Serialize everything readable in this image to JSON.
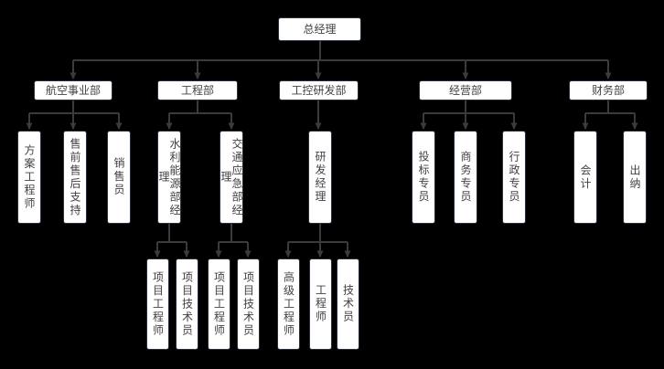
{
  "colors": {
    "background": "#000000",
    "connector": "#3b3b3b",
    "node_fill": "#ffffff",
    "node_border": "#293039",
    "node_text": "#424242"
  },
  "org": {
    "root": {
      "label": "总经理"
    },
    "departments": [
      {
        "label": "航空事业部",
        "children": [
          {
            "label": "方案工程师"
          },
          {
            "label": "售前售后支持"
          },
          {
            "label": "销售员"
          }
        ]
      },
      {
        "label": "工程部",
        "children": [
          {
            "label": "水利能源部经理",
            "children": [
              {
                "label": "项目工程师"
              },
              {
                "label": "项目技术员"
              }
            ]
          },
          {
            "label": "交通应急部经理",
            "children": [
              {
                "label": "项目工程师"
              },
              {
                "label": "项目技术员"
              }
            ]
          }
        ]
      },
      {
        "label": "工控研发部",
        "children": [
          {
            "label": "研发经理",
            "children": [
              {
                "label": "高级工程师"
              },
              {
                "label": "工程师"
              },
              {
                "label": "技术员"
              }
            ]
          }
        ]
      },
      {
        "label": "经营部",
        "children": [
          {
            "label": "投标专员"
          },
          {
            "label": "商务专员"
          },
          {
            "label": "行政专员"
          }
        ]
      },
      {
        "label": "财务部",
        "children": [
          {
            "label": "会计"
          },
          {
            "label": "出纳"
          }
        ]
      }
    ]
  }
}
